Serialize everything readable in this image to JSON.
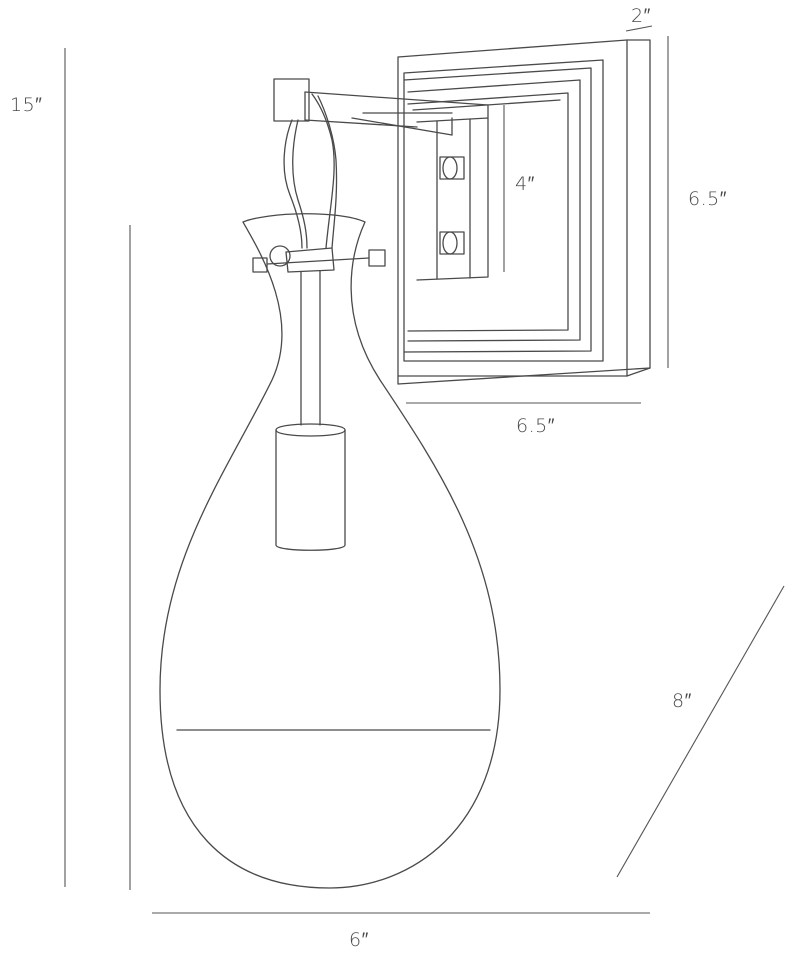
{
  "dimensions": {
    "overall_height": "15″",
    "shade_height": "",
    "backplate_depth": "2″",
    "backplate_height": "6.5″",
    "backplate_width": "6.5″",
    "mount_spacing": "4″",
    "extension": "8″",
    "shade_width": "6″"
  }
}
